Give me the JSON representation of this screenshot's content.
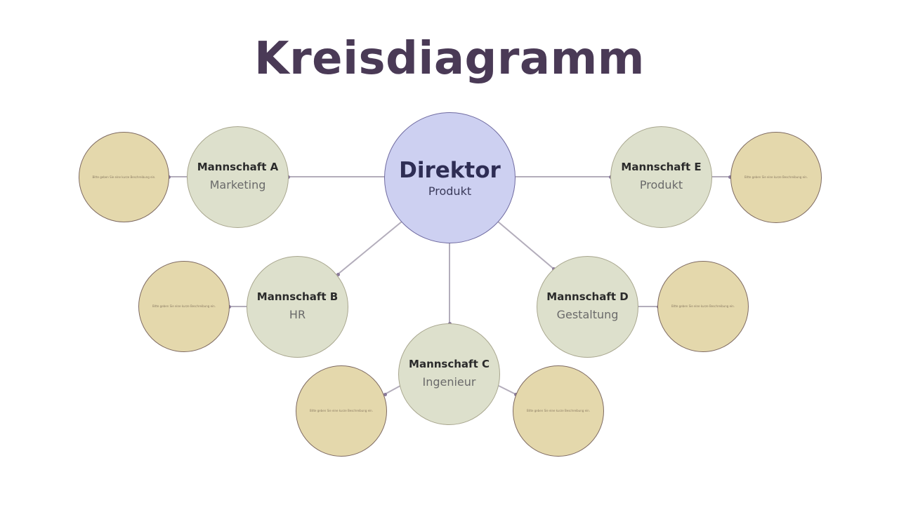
{
  "title": "Kreisdiagramm",
  "director": {
    "name": "Direktor",
    "subtitle": "Produkt"
  },
  "teams": {
    "a": {
      "name": "Mannschaft A",
      "department": "Marketing",
      "description": "Bitte geben Sie eine kurze Beschreibung ein."
    },
    "b": {
      "name": "Mannschaft B",
      "department": "HR",
      "description": "Bitte geben Sie eine kurze Beschreibung ein."
    },
    "c": {
      "name": "Mannschaft C",
      "department": "Ingenieur",
      "description_left": "Bitte geben Sie eine kurze Beschreibung ein.",
      "description_right": "Bitte geben Sie eine kurze Beschreibung ein."
    },
    "d": {
      "name": "Mannschaft D",
      "department": "Gestaltung",
      "description": "Bitte geben Sie eine kurze Beschreibung ein."
    },
    "e": {
      "name": "Mannschaft E",
      "department": "Produkt",
      "description": "Bitte geben Sie eine kurze Beschreibung ein."
    }
  },
  "colors": {
    "title": "#4a3a56",
    "director_fill": "#cdd0f1",
    "team_fill": "#dde0cc",
    "description_fill": "#e4d8ac",
    "connector": "#b3adbb"
  }
}
